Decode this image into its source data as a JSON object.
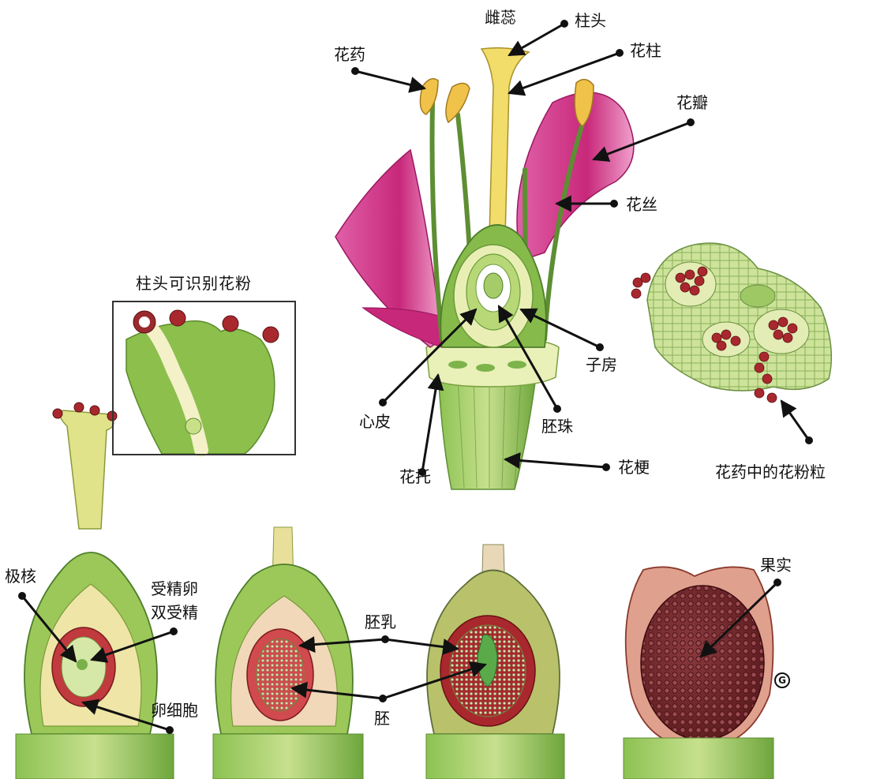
{
  "labels": {
    "pistil": "雌蕊",
    "stigma": "柱头",
    "anther": "花药",
    "style": "花柱",
    "petal": "花瓣",
    "filament": "花丝",
    "ovary": "子房",
    "carpel": "心皮",
    "ovule": "胚珠",
    "receptacle": "花托",
    "pedicel": "花梗",
    "pollen_grains": "花药中的花粉粒",
    "inset_title": "柱头可识别花粉",
    "polar_nuclei": "极核",
    "fertilized_egg": "受精卵",
    "double_fertilization": "双受精",
    "egg_cell": "卵细胞",
    "endosperm": "胚乳",
    "embryo": "胚",
    "fruit": "果实",
    "copyright_mark": "G"
  },
  "colors": {
    "petal": "#d43a8c",
    "petal_light": "#f08cc0",
    "stem_green": "#7db84a",
    "light_green": "#c8e08a",
    "yellow": "#f2dc6a",
    "pollen_red": "#a8282e",
    "fruit": "#7a2a2e",
    "fruit_outer": "#d98878"
  }
}
